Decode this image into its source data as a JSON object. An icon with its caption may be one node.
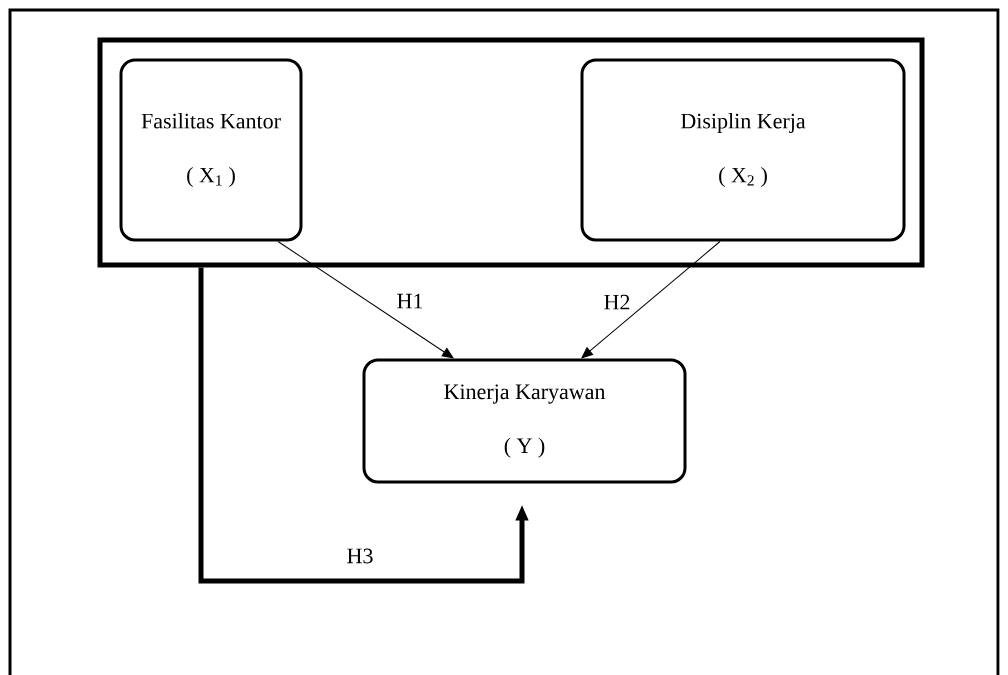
{
  "diagram": {
    "nodes": [
      {
        "text": [],
        "shape": "box"
      },
      {
        "text": [
          "Fasilitas Kantor",
          "( X$_{1}$ )"
        ],
        "in": 0
      },
      {
        "text": [
          "Disiplin Kerja",
          "( X$_{2}$ )"
        ],
        "in": 0
      },
      {
        "text": [
          "Kinerja Karyawan",
          "( Y )"
        ]
      }
    ],
    "edges": [
      {
        "from": 1,
        "to": 3,
        "arrow": "to",
        "label": "H1"
      },
      {
        "from": 2,
        "to": 3,
        "arrow": "to",
        "label": "H2"
      },
      {
        "from": 0,
        "to": 3,
        "arrow": "to",
        "label": "H3",
        "style": "thick"
      }
    ]
  }
}
